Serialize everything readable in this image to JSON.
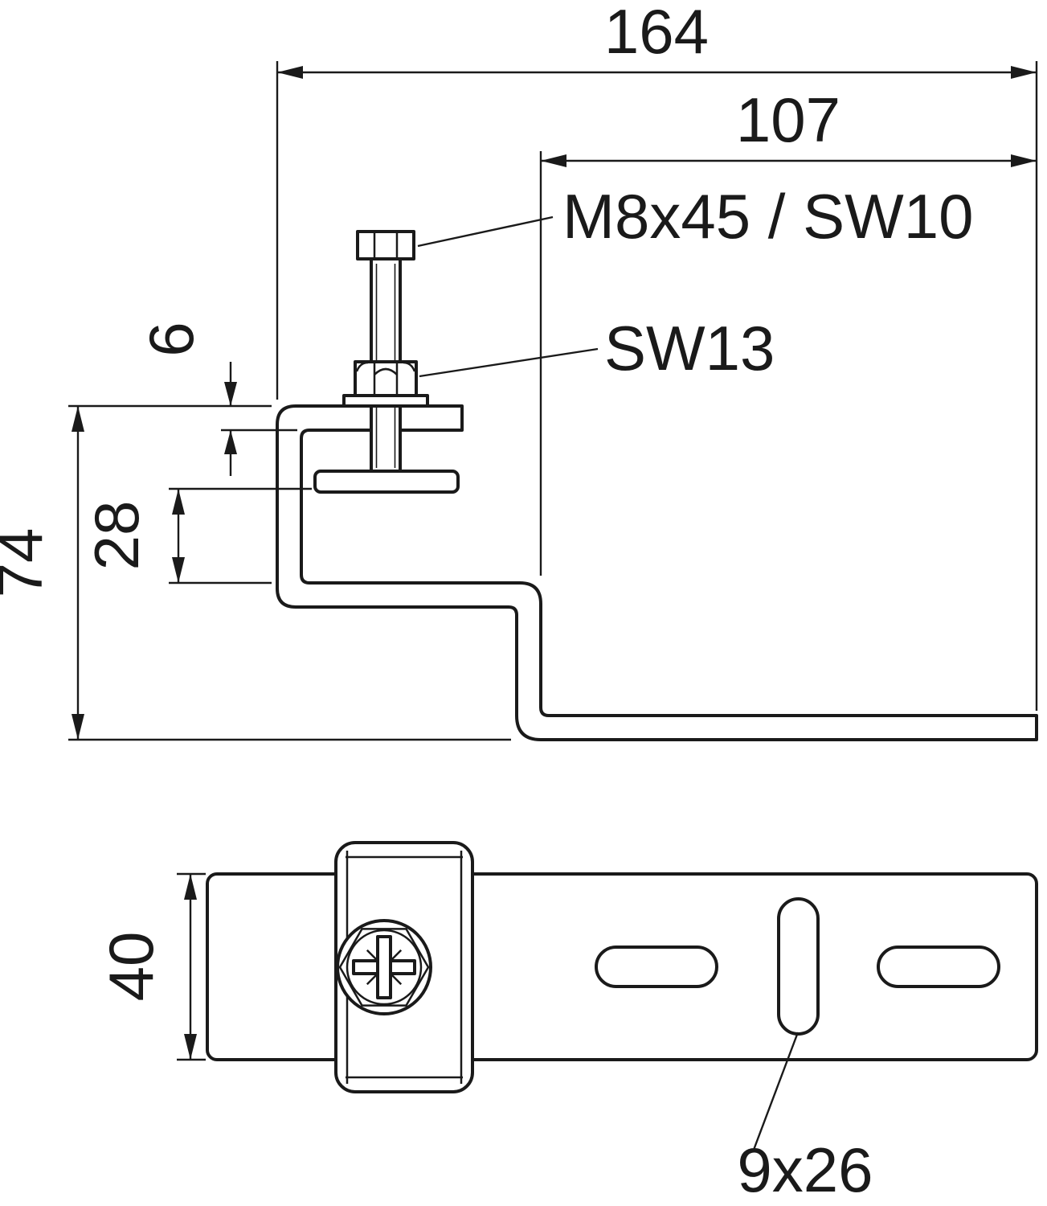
{
  "side_view": {
    "dim_total_length": "164",
    "dim_plate_length": "107",
    "bolt_label": "M8x45 / SW10",
    "nut_label": "SW13",
    "dim_flange_gap": "6",
    "dim_clamp_opening": "28",
    "dim_total_height": "74"
  },
  "plan_view": {
    "dim_plate_width": "40",
    "slot_label": "9x26"
  },
  "colors": {
    "line": "#1a1a1a",
    "background": "#ffffff"
  }
}
